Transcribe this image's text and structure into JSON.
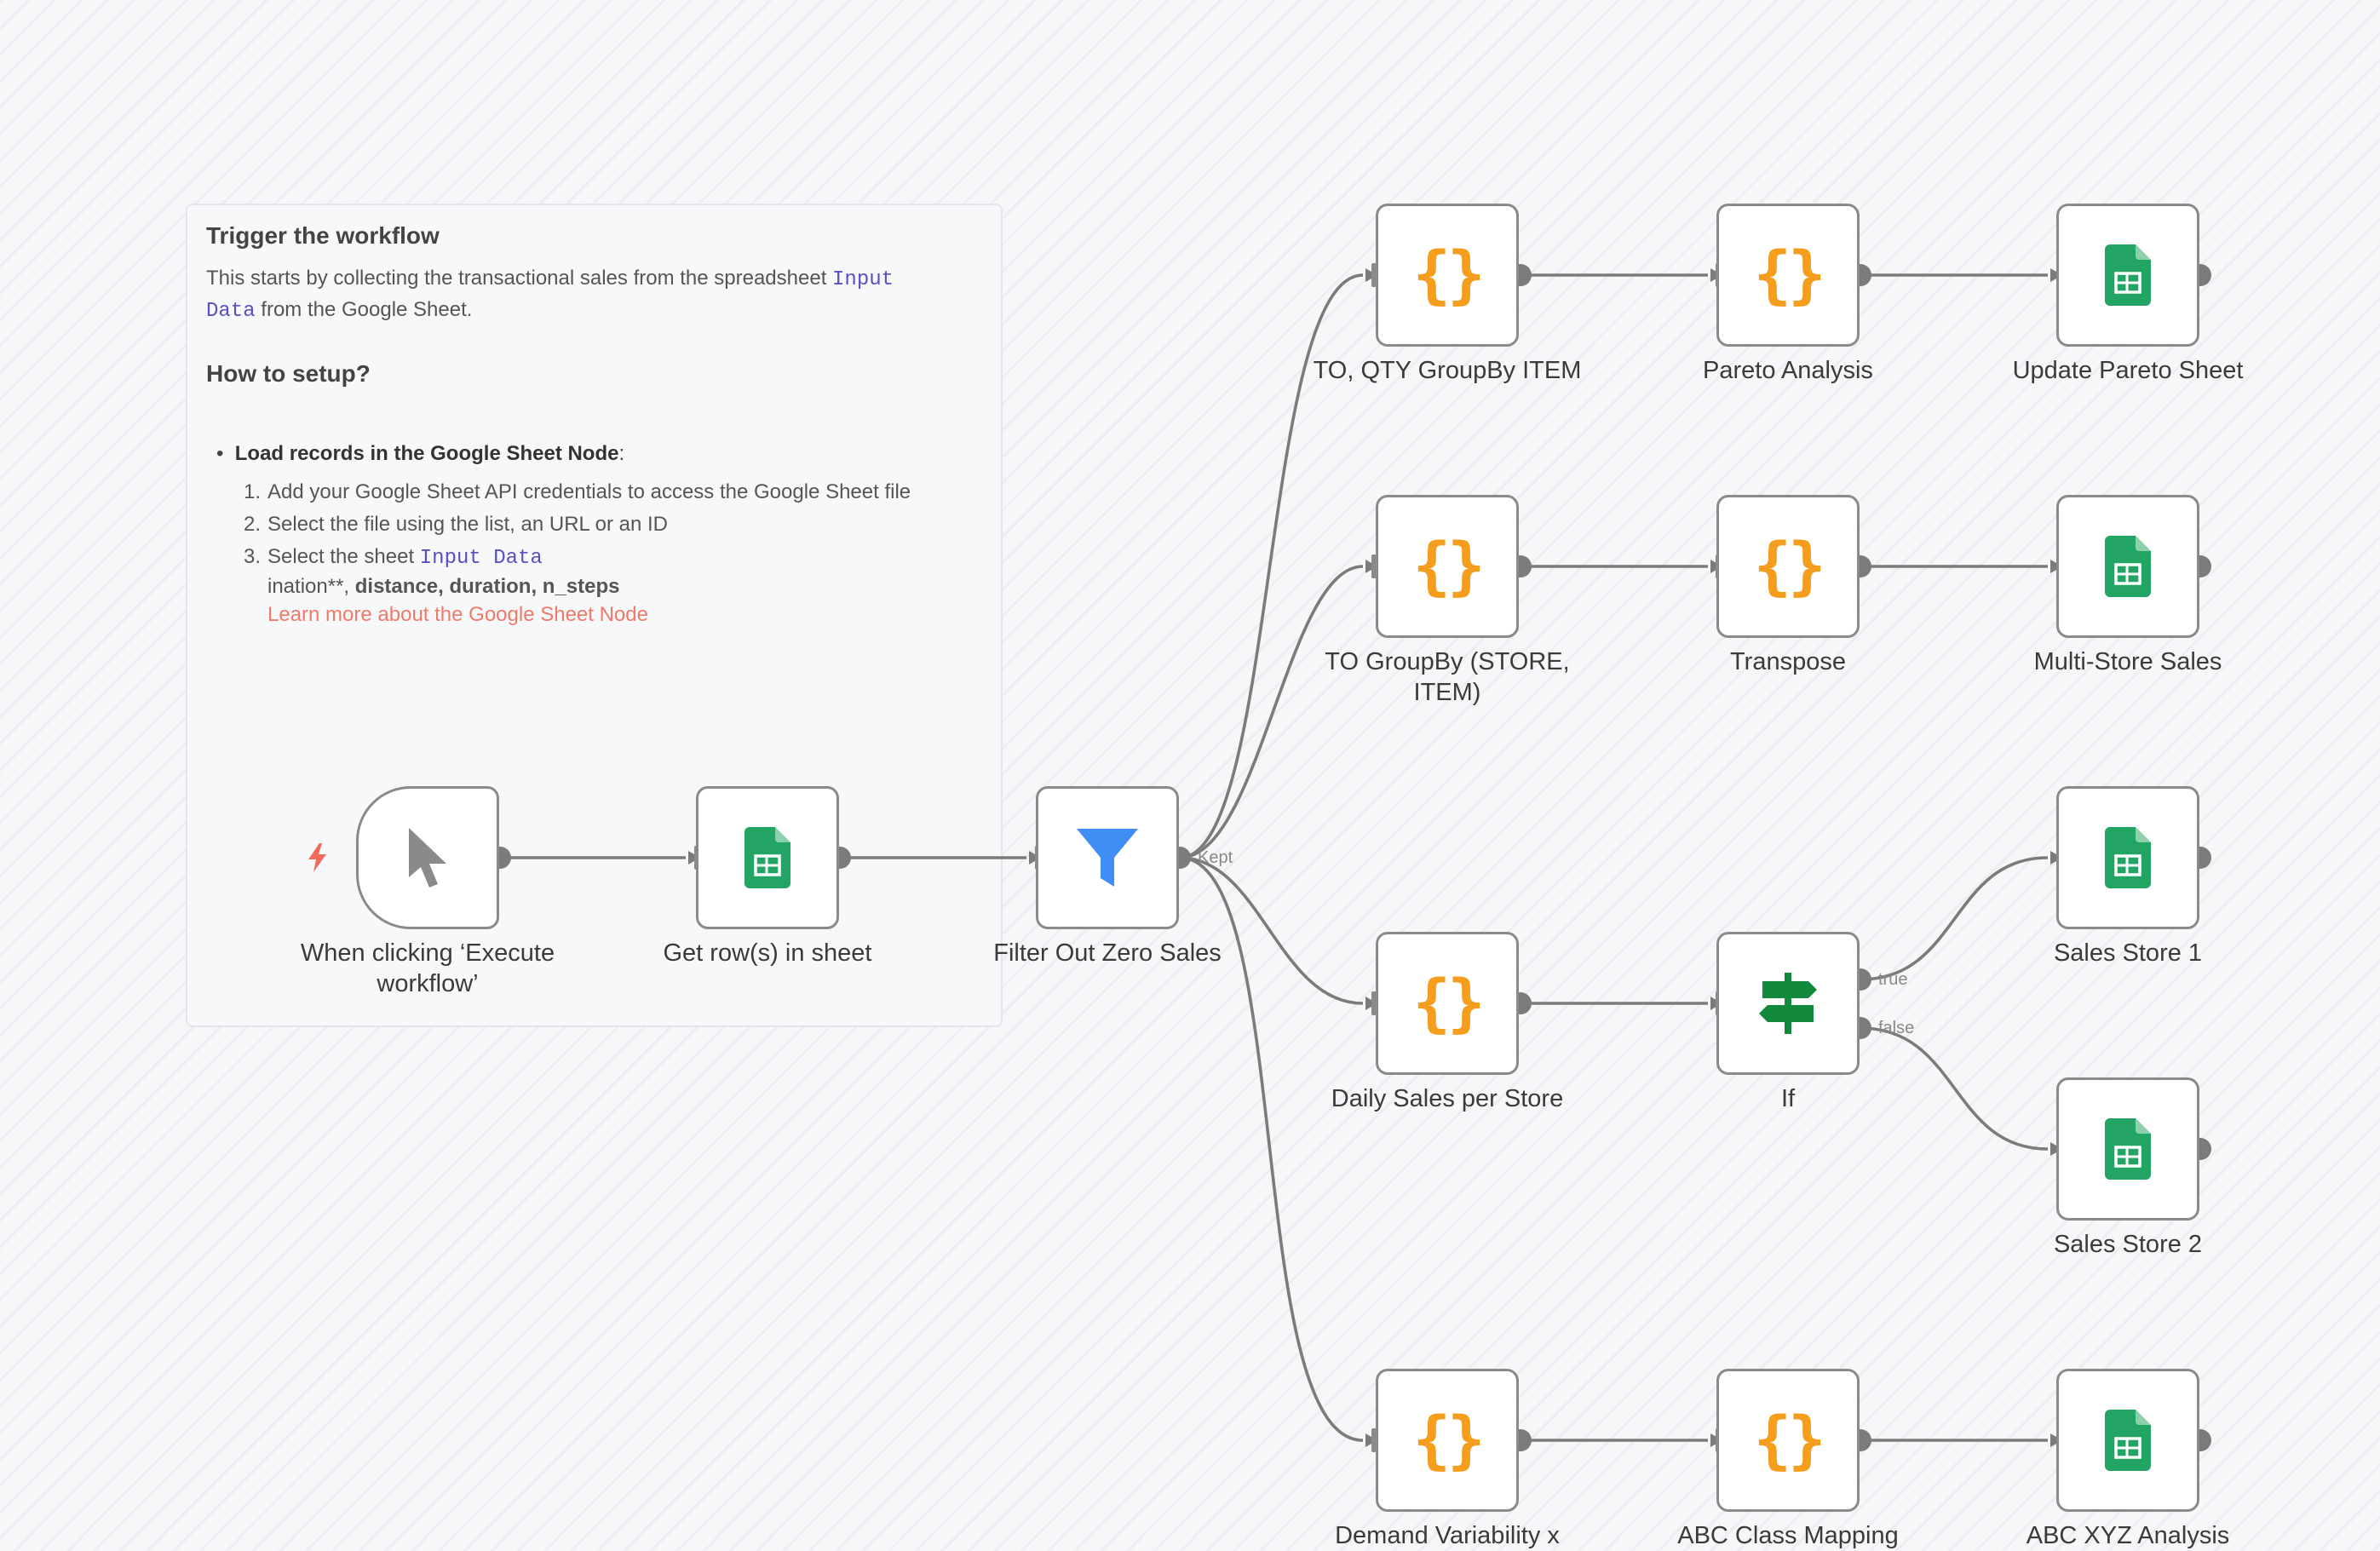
{
  "sticky": {
    "title": "Trigger the workflow",
    "desc_before": "This starts by collecting the transactional sales from the spreadsheet ",
    "desc_code1": "Input",
    "desc_code2": "Data",
    "desc_after": " from the Google Sheet.",
    "setup_title": "How to setup?",
    "bullet_bold": "Load records in the Google Sheet Node",
    "bullet_colon": ":",
    "steps": [
      "Add your Google Sheet API credentials to access the Google Sheet file",
      "Select the file using the list, an URL or an ID",
      "Select the sheet "
    ],
    "step_nums": [
      "1.",
      "2.",
      "3."
    ],
    "step3_code": "Input Data",
    "cont_plain": "ination**, ",
    "cont_bold": "distance, duration, n_steps",
    "link": "Learn more about the Google Sheet Node"
  },
  "nodes": {
    "trigger": "When clicking ‘Execute workflow’",
    "get_rows": "Get row(s) in sheet",
    "filter": "Filter Out Zero Sales",
    "to_qty": "TO, QTY GroupBy ITEM",
    "pareto": "Pareto Analysis",
    "update_pareto": "Update Pareto Sheet",
    "to_groupby": "TO GroupBy (STORE, ITEM)",
    "transpose": "Transpose",
    "multi_store": "Multi-Store Sales",
    "daily_sales": "Daily Sales per Store",
    "if": "If",
    "store1": "Sales Store 1",
    "store2": "Sales Store 2",
    "demand": "Demand Variability x",
    "abc_class": "ABC Class Mapping",
    "abc_xyz": "ABC XYZ Analysis"
  },
  "handles": {
    "kept": "Kept",
    "true": "true",
    "false": "false"
  },
  "icons": {
    "code": "curly-braces-icon",
    "sheets": "google-sheets-icon",
    "filter": "filter-icon",
    "if": "signpost-icon",
    "trigger": "cursor-icon"
  },
  "colors": {
    "code": "#f59d1c",
    "sheets": "#21a464",
    "filter": "#3f8ef5",
    "if": "#138a3b",
    "link": "#f07a6a",
    "bolt": "#f26a5a"
  }
}
